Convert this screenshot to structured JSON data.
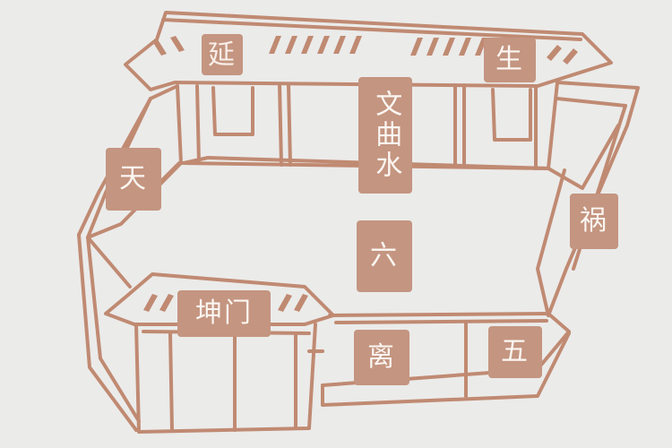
{
  "colors": {
    "background": "#ebebea",
    "ink": "#c08a72",
    "label_fill": "#c49580",
    "label_text": "#fbf6f2"
  },
  "labels": {
    "yan": "延",
    "sheng": "生",
    "wenqushui": "文曲水",
    "tian": "天",
    "huo": "祸",
    "liu": "六",
    "kunmen": "坤门",
    "li": "离",
    "wu": "五"
  }
}
